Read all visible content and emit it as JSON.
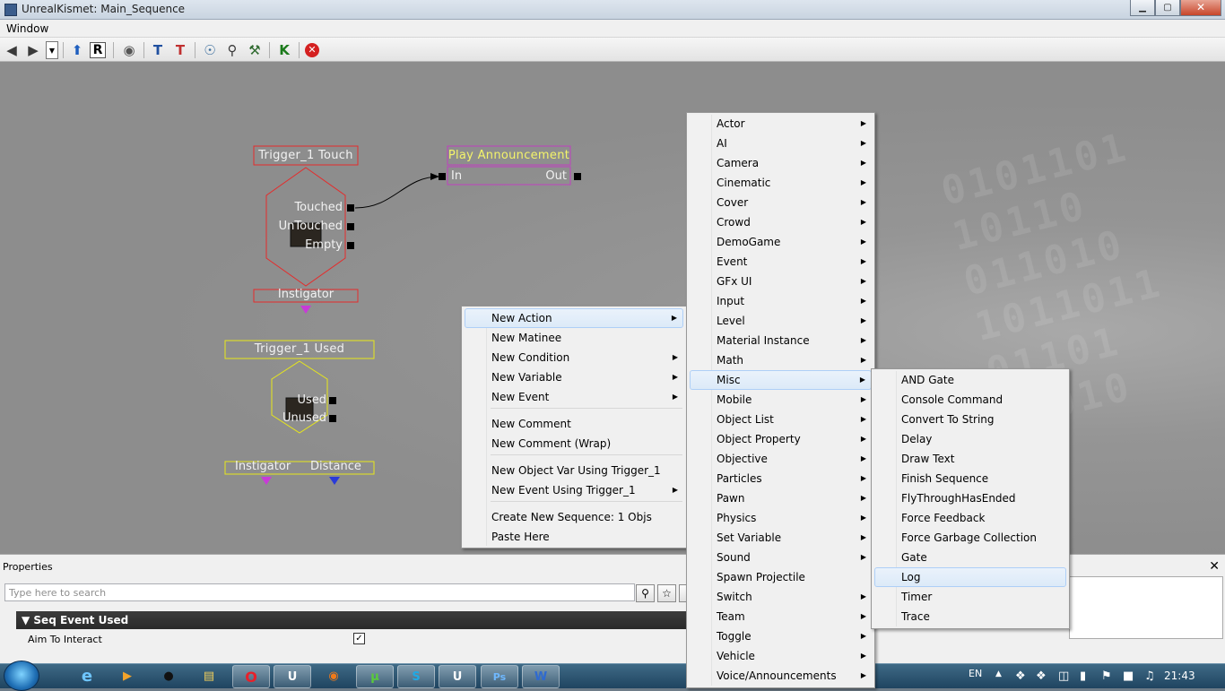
{
  "window": {
    "title": "UnrealKismet: Main_Sequence",
    "minimize": "▁",
    "maximize": "▢",
    "close": "✕"
  },
  "menubar": {
    "window": "Window"
  },
  "toolbar": {
    "icons": [
      "back-arrow-icon",
      "forward-arrow-icon",
      "dropdown-icon",
      "parent-sequence-icon",
      "rename-icon",
      "eye-icon",
      "breakpoint-icon",
      "breakpoint-clear-icon",
      "bulb-icon",
      "zoom-icon",
      "wrench-icon",
      "k-icon",
      "stop-icon"
    ]
  },
  "canvas": {
    "watermark": "0101101\n10110\n011010\n1011011\n01101\n11010",
    "trigger_touch": {
      "title": "Trigger_1 Touch",
      "outputs": [
        "Touched",
        "UnTouched",
        "Empty"
      ],
      "variable": "Instigator"
    },
    "play_announcement": {
      "title": "Play Announcement",
      "input": "In",
      "output": "Out"
    },
    "trigger_used": {
      "title": "Trigger_1 Used",
      "outputs": [
        "Used",
        "Unused"
      ],
      "var_left": "Instigator",
      "var_right": "Distance"
    },
    "colors": {
      "touch": "#e52b2b",
      "announce": "#c040c0",
      "used": "#e8e81a",
      "var_pink": "#c83ad8",
      "var_blue": "#2a3ad8"
    }
  },
  "context_menu": {
    "items": [
      {
        "label": "New Action",
        "sub": true
      },
      {
        "label": "New Matinee",
        "sub": false
      },
      {
        "label": "New Condition",
        "sub": true
      },
      {
        "label": "New Variable",
        "sub": true
      },
      {
        "label": "New Event",
        "sub": true
      },
      {
        "label": "New Comment",
        "sub": false
      },
      {
        "label": "New Comment (Wrap)",
        "sub": false
      },
      {
        "label": "New Object Var Using Trigger_1",
        "sub": false
      },
      {
        "label": "New Event Using Trigger_1",
        "sub": true
      },
      {
        "label": "Create New Sequence: 1 Objs",
        "sub": false
      },
      {
        "label": "Paste Here",
        "sub": false
      }
    ]
  },
  "action_menu": {
    "items": [
      "Actor",
      "AI",
      "Camera",
      "Cinematic",
      "Cover",
      "Crowd",
      "DemoGame",
      "Event",
      "GFx UI",
      "Input",
      "Level",
      "Material Instance",
      "Math",
      "Misc",
      "Mobile",
      "Object List",
      "Object Property",
      "Objective",
      "Particles",
      "Pawn",
      "Physics",
      "Set Variable",
      "Sound",
      "Spawn Projectile",
      "Switch",
      "Team",
      "Toggle",
      "Vehicle",
      "Voice/Announcements"
    ],
    "no_arrow": [
      "Spawn Projectile"
    ]
  },
  "misc_menu": {
    "items": [
      "AND Gate",
      "Console Command",
      "Convert To String",
      "Delay",
      "Draw Text",
      "Finish Sequence",
      "FlyThroughHasEnded",
      "Force Feedback",
      "Force Garbage Collection",
      "Gate",
      "Log",
      "Timer",
      "Trace"
    ]
  },
  "properties": {
    "title": "Properties",
    "close": "✕",
    "search_placeholder": "Type here to search",
    "category": "Seq Event Used",
    "row_label": "Aim To Interact",
    "row_checked": "✓"
  },
  "taskbar": {
    "apps": [
      "e",
      "▶",
      "●",
      "▤",
      "O",
      "U",
      "◉",
      "μ",
      "S",
      "U",
      "Ps",
      "W"
    ],
    "lang": "EN",
    "clock": "21:43"
  }
}
